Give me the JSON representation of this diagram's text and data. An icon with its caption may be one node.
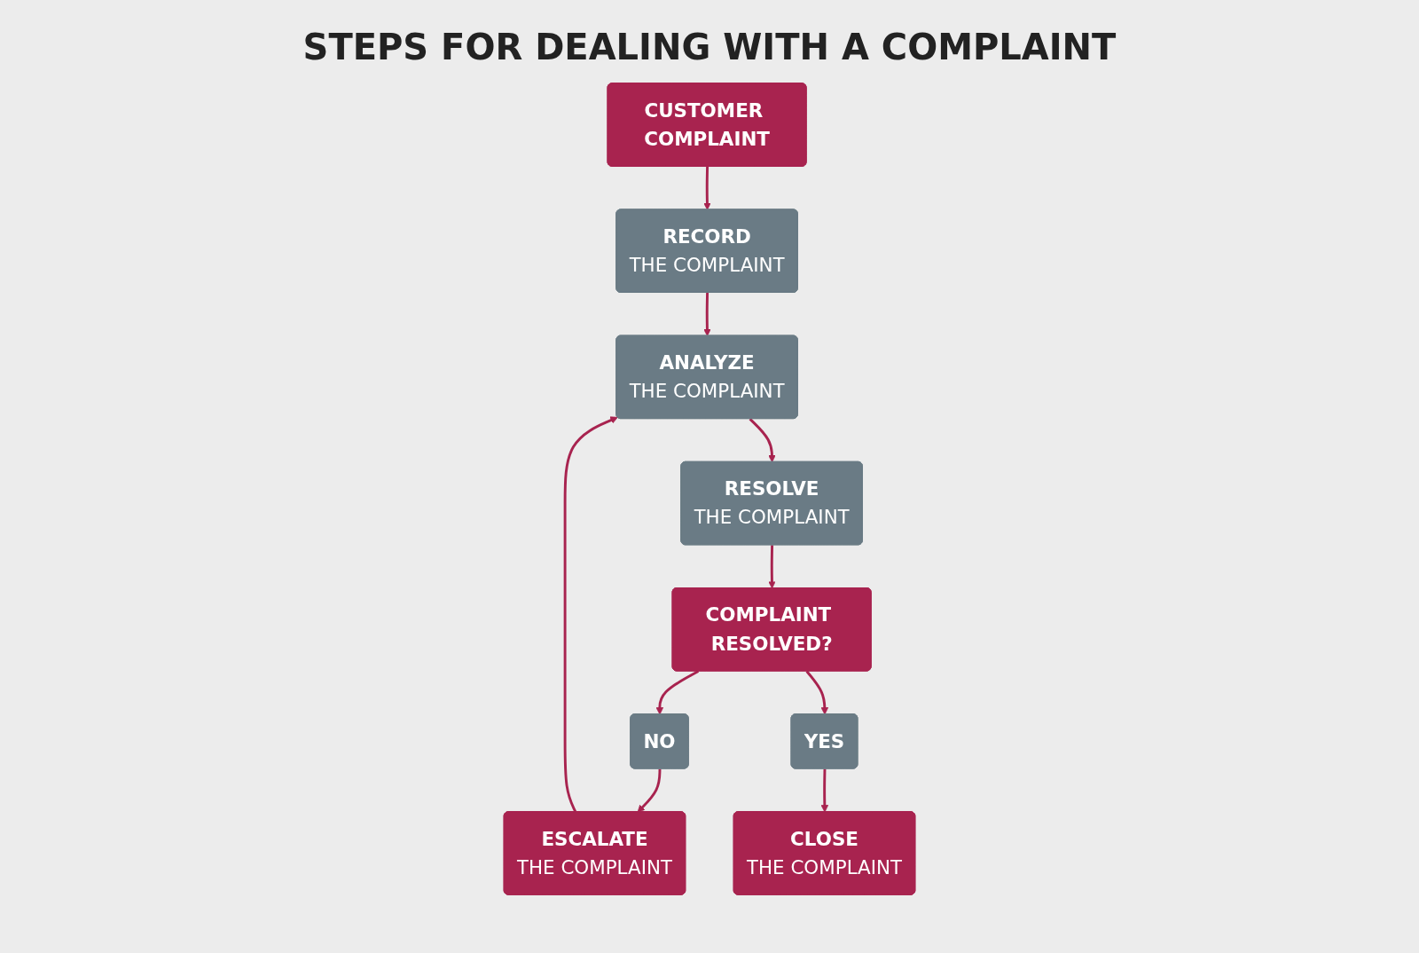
{
  "diagram": {
    "title": "STEPS FOR DEALING WITH A COMPLAINT",
    "nodes": [
      {
        "text": [
          "CUSTOMER COMPLAINT"
        ]
      },
      {
        "text": [
          "RECORD",
          "THE COMPLAINT"
        ]
      },
      {
        "text": [
          "ANALYZE",
          "THE COMPLAINT"
        ]
      },
      {
        "text": [
          "RESOLVE",
          "THE COMPLAINT"
        ]
      },
      {
        "text": [
          "NO"
        ]
      },
      {
        "text": [
          "COMPLAINT RESOLVED?"
        ]
      },
      {
        "text": [
          "YES"
        ]
      },
      {
        "text": [
          "ESCALATE",
          "THE COMPLAINT"
        ]
      },
      {
        "text": [
          "CLOSE",
          "THE COMPLAINT"
        ]
      }
    ],
    "edges": [
      {
        "from": 0,
        "to": 1,
        "arrow": "to",
        "color": "#a8234f"
      },
      {
        "from": 1,
        "to": 2,
        "arrow": "to",
        "color": "#a8234f"
      },
      {
        "from": 2,
        "to": 3,
        "arrow": "to",
        "color": "#a8234f"
      },
      {
        "from": 3,
        "to": 5,
        "arrow": "to",
        "color": "#a8234f"
      },
      {
        "from": 5,
        "to": 4,
        "arrow": "to",
        "color": "#a8234f"
      },
      {
        "from": 5,
        "to": 6,
        "arrow": "to",
        "color": "#a8234f"
      },
      {
        "from": 4,
        "to": 7,
        "arrow": "to",
        "color": "#a8234f"
      },
      {
        "from": 7,
        "to": 2,
        "arrow": "to",
        "color": "#a8234f"
      },
      {
        "from": 6,
        "to": 8,
        "arrow": "to",
        "color": "#a8234f"
      }
    ]
  }
}
